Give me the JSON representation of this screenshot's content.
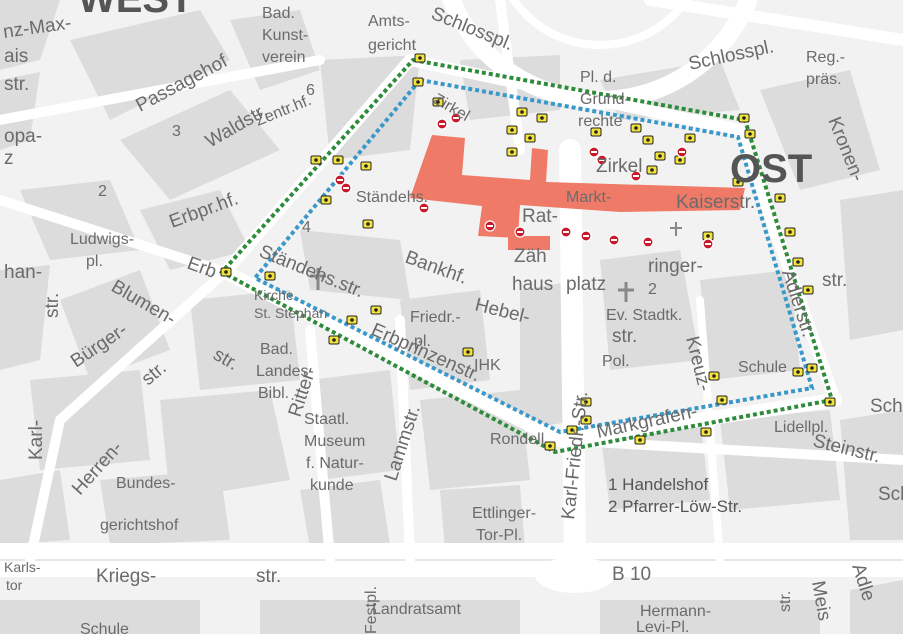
{
  "map": {
    "district_labels": [
      {
        "text": "WEST",
        "name": "district-label-west"
      },
      {
        "text": "OST",
        "name": "district-label-ost"
      }
    ],
    "labels": [
      {
        "text": "nz-Max-",
        "name": "street-label-max"
      },
      {
        "text": "ais",
        "name": "street-label-ais"
      },
      {
        "text": "str.",
        "name": "street-label-str-left"
      },
      {
        "text": "opa-",
        "name": "street-label-opa"
      },
      {
        "text": "z",
        "name": "street-label-z"
      },
      {
        "text": "Passagehof",
        "name": "street-label-passagehof"
      },
      {
        "text": "Bad.",
        "name": "poi-label-bad-kunstverein-1"
      },
      {
        "text": "Kunst-",
        "name": "poi-label-bad-kunstverein-2"
      },
      {
        "text": "verein",
        "name": "poi-label-bad-kunstverein-3"
      },
      {
        "text": "Amts-",
        "name": "poi-label-amtsgericht-1"
      },
      {
        "text": "gericht",
        "name": "poi-label-amtsgericht-2"
      },
      {
        "text": "Schlosspl.",
        "name": "street-label-schlosspl-curve"
      },
      {
        "text": "Schlosspl.",
        "name": "street-label-schlosspl"
      },
      {
        "text": "Reg.-",
        "name": "poi-label-regpraes-1"
      },
      {
        "text": "präs.",
        "name": "poi-label-regpraes-2"
      },
      {
        "text": "Kronen-",
        "name": "street-label-kronen"
      },
      {
        "text": "Waldstr.",
        "name": "street-label-waldstr"
      },
      {
        "text": "Zentr.hf.",
        "name": "street-label-zentrhf"
      },
      {
        "text": "6",
        "name": "block-number-6"
      },
      {
        "text": "3",
        "name": "block-number-3"
      },
      {
        "text": "2",
        "name": "block-number-2-left"
      },
      {
        "text": "Pl. d.",
        "name": "square-label-pl-d-1"
      },
      {
        "text": "Grund-",
        "name": "square-label-pl-d-2"
      },
      {
        "text": "rechte",
        "name": "square-label-pl-d-3"
      },
      {
        "text": "Zirkel",
        "name": "street-label-zirkel"
      },
      {
        "text": "Zirkel",
        "name": "street-label-zirkel-right"
      },
      {
        "text": "Markt-",
        "name": "square-label-markt"
      },
      {
        "text": "Kaiserstr.",
        "name": "street-label-kaiserstr"
      },
      {
        "text": "Ständehs.",
        "name": "poi-label-staendehaus"
      },
      {
        "text": "Ständehs.str.",
        "name": "street-label-staendehausstr"
      },
      {
        "text": "Rat-",
        "name": "poi-label-rathaus-1"
      },
      {
        "text": "Zäh",
        "name": "poi-label-zaeh"
      },
      {
        "text": "haus",
        "name": "poi-label-rathaus-2"
      },
      {
        "text": "platz",
        "name": "square-label-platz"
      },
      {
        "text": "ringer-",
        "name": "street-label-zaehringer"
      },
      {
        "text": "str.",
        "name": "street-label-zaehringer-str"
      },
      {
        "text": "Ludwigs-",
        "name": "square-label-ludwigspl-1"
      },
      {
        "text": "pl.",
        "name": "square-label-ludwigspl-2"
      },
      {
        "text": "Erbpr.hf.",
        "name": "street-label-erbprhf"
      },
      {
        "text": "4",
        "name": "block-number-4"
      },
      {
        "text": "Bankhf.",
        "name": "street-label-bankhf"
      },
      {
        "text": "han-",
        "name": "street-label-han"
      },
      {
        "text": "str.",
        "name": "street-label-str-vertical"
      },
      {
        "text": "Erb",
        "name": "street-label-erb"
      },
      {
        "text": "Blumen-",
        "name": "street-label-blumen"
      },
      {
        "text": "str.",
        "name": "street-label-blumen-str"
      },
      {
        "text": "Kirche",
        "name": "poi-label-kirche"
      },
      {
        "text": "St. Stephan",
        "name": "poi-label-ststephan"
      },
      {
        "text": "Hebel-",
        "name": "street-label-hebel"
      },
      {
        "text": "Ev. Stadtk.",
        "name": "poi-label-ev-stadtk"
      },
      {
        "text": "2",
        "name": "block-number-2-right"
      },
      {
        "text": "str.",
        "name": "street-label-hebel-str"
      },
      {
        "text": "Friedr.-",
        "name": "square-label-friedrpl-1"
      },
      {
        "text": "pl.",
        "name": "square-label-friedrpl-2"
      },
      {
        "text": "Adlerstr.",
        "name": "street-label-adlerstr"
      },
      {
        "text": "Bürger-",
        "name": "street-label-buerger"
      },
      {
        "text": "str.",
        "name": "street-label-buerger-str"
      },
      {
        "text": "Bad.",
        "name": "poi-label-landesbibl-1"
      },
      {
        "text": "Landes-",
        "name": "poi-label-landesbibl-2"
      },
      {
        "text": "Bibl.",
        "name": "poi-label-landesbibl-3"
      },
      {
        "text": "Ritter-",
        "name": "street-label-ritter"
      },
      {
        "text": "Erbprinzenstr.",
        "name": "street-label-erbprinzenstr"
      },
      {
        "text": "IHK",
        "name": "poi-label-ihk"
      },
      {
        "text": "Pol.",
        "name": "poi-label-polizei"
      },
      {
        "text": "Kreuz-",
        "name": "street-label-kreuz"
      },
      {
        "text": "Schule",
        "name": "poi-label-schule"
      },
      {
        "text": "Karl-",
        "name": "street-label-karl-left"
      },
      {
        "text": "Karl-Friedr.-Str.",
        "name": "street-label-karlfriedrstr"
      },
      {
        "text": "Markgrafen-",
        "name": "street-label-markgrafen"
      },
      {
        "text": "Lidellpl.",
        "name": "square-label-lidellpl"
      },
      {
        "text": "Herren-",
        "name": "street-label-herren"
      },
      {
        "text": "Staatl.",
        "name": "poi-label-museum-1"
      },
      {
        "text": "Museum",
        "name": "poi-label-museum-2"
      },
      {
        "text": "f. Natur-",
        "name": "poi-label-museum-3"
      },
      {
        "text": "kunde",
        "name": "poi-label-museum-4"
      },
      {
        "text": "Lammstr.",
        "name": "street-label-lammstr"
      },
      {
        "text": "Rondell",
        "name": "square-label-rondell"
      },
      {
        "text": "Bundes-",
        "name": "poi-label-bundesgericht-1"
      },
      {
        "text": "gerichtshof",
        "name": "poi-label-bundesgericht-2"
      },
      {
        "text": "Ettlinger-",
        "name": "square-label-ettlinger-1"
      },
      {
        "text": "Tor-Pl.",
        "name": "square-label-ettlinger-2"
      },
      {
        "text": "Steinstr.",
        "name": "street-label-steinstr"
      },
      {
        "text": "Sch",
        "name": "poi-label-sch-right"
      },
      {
        "text": "Schu",
        "name": "poi-label-schu-right"
      },
      {
        "text": "Karls-",
        "name": "poi-label-karlstor-1"
      },
      {
        "text": "tor",
        "name": "poi-label-karlstor-2"
      },
      {
        "text": "Kriegs-",
        "name": "street-label-kriegs"
      },
      {
        "text": "str.",
        "name": "street-label-kriegs-str"
      },
      {
        "text": "B 10",
        "name": "road-label-b10"
      },
      {
        "text": "Landratsamt",
        "name": "poi-label-landratsamt"
      },
      {
        "text": "Hermann-",
        "name": "street-label-hermann"
      },
      {
        "text": "Levi-Pl.",
        "name": "square-label-levipl"
      },
      {
        "text": "Festpl.",
        "name": "square-label-festpl"
      },
      {
        "text": "Meis",
        "name": "street-label-meis"
      },
      {
        "text": "Adle",
        "name": "street-label-adle"
      },
      {
        "text": "str.",
        "name": "street-label-str-bottom-right"
      },
      {
        "text": "Schule",
        "name": "poi-label-schule-bottom"
      }
    ],
    "legend": [
      {
        "text": "1 Handelshof"
      },
      {
        "text": "2 Pfarrer-Löw-Str."
      }
    ],
    "colors": {
      "background": "#f2f2f2",
      "block": "#dcdcdc",
      "road": "#ffffff",
      "zone_fill": "#ee7a67",
      "route_green": "#2e8b3a",
      "route_blue": "#3a98c8",
      "camera_yellow": "#f2e33c",
      "camera_red": "#c8192a"
    }
  }
}
